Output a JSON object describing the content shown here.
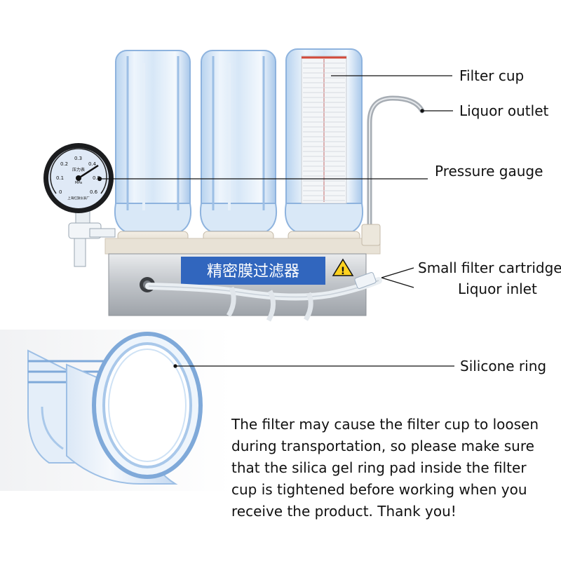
{
  "labels": {
    "filter_cup": "Filter cup",
    "liquor_outlet": "Liquor outlet",
    "pressure_gauge": "Pressure gauge",
    "small_filter_cartridge": "Small filter cartridge",
    "liquor_inlet": "Liquor inlet",
    "silicone_ring": "Silicone ring"
  },
  "housing_text": "精密膜过滤器",
  "gauge": {
    "unit": "MPa",
    "ticks": [
      "0",
      "0.1",
      "0.2",
      "0.3",
      "0.4",
      "0.5",
      "0.6"
    ],
    "title": "压力表",
    "maker": "上海红旗仪表厂"
  },
  "notice": {
    "lines": [
      "The filter may cause the filter cup to loosen",
      "during transportation, so please make sure",
      "that the silica gel ring pad inside the filter",
      "cup is tightened before working when you",
      "receive the product. Thank you!"
    ]
  },
  "colors": {
    "cup_tint": "#cfe2f5",
    "cup_edge": "#7fa9d9",
    "steel": "#c9ccd0",
    "banner": "#2a5fb8",
    "leader": "#111111"
  }
}
